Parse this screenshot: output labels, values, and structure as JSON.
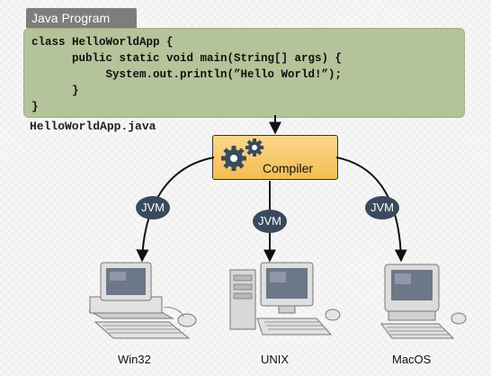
{
  "header": {
    "tag_label": "Java Program"
  },
  "code": {
    "lines": [
      "class HelloWorldApp {",
      "      public static void main(String[] args) {",
      "           System.out.println(”Hello World!”);",
      "      }",
      "}"
    ],
    "filename": "HelloWorldApp.java"
  },
  "compiler": {
    "label": "Compiler"
  },
  "jvm_label": "JVM",
  "platforms": [
    {
      "name": "Win32"
    },
    {
      "name": "UNIX"
    },
    {
      "name": "MacOS"
    }
  ],
  "colors": {
    "code_panel": "#b4c399",
    "compiler_box": "#f3bd55",
    "jvm_badge": "#3a4a5e",
    "gear": "#3a4a5e"
  }
}
